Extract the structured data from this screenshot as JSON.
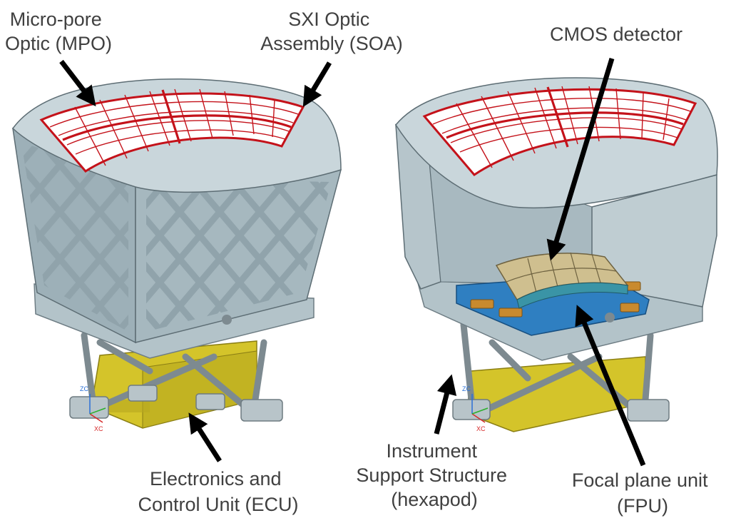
{
  "labels": {
    "mpo": [
      "Micro-pore",
      "Optic (MPO)"
    ],
    "soa": [
      "SXI Optic",
      "Assembly (SOA)"
    ],
    "cmos": [
      "CMOS detector"
    ],
    "ecu": [
      "Electronics and",
      "Control Unit (ECU)"
    ],
    "iss": [
      "Instrument",
      "Support Structure",
      "(hexapod)"
    ],
    "fpu": [
      "Focal plane unit",
      "(FPU)"
    ]
  },
  "axis_marks": {
    "left": {
      "zc": "ZC",
      "xc": "XC"
    },
    "right": {
      "zc": "ZC",
      "xc": "XC"
    }
  },
  "colors": {
    "text": "#404040",
    "arrow": "#000000",
    "housing": "#aebfc6",
    "housing_dark": "#7f8f96",
    "lid": "#c9d6db",
    "grid": "#c4121a",
    "tile": "#ffffff",
    "ecu": "#d4c42a",
    "ecu_dark": "#a89a1c",
    "fpu_blue": "#2f7fc1",
    "detector": "#cfbf8f",
    "bracket": "#c98a2e"
  }
}
